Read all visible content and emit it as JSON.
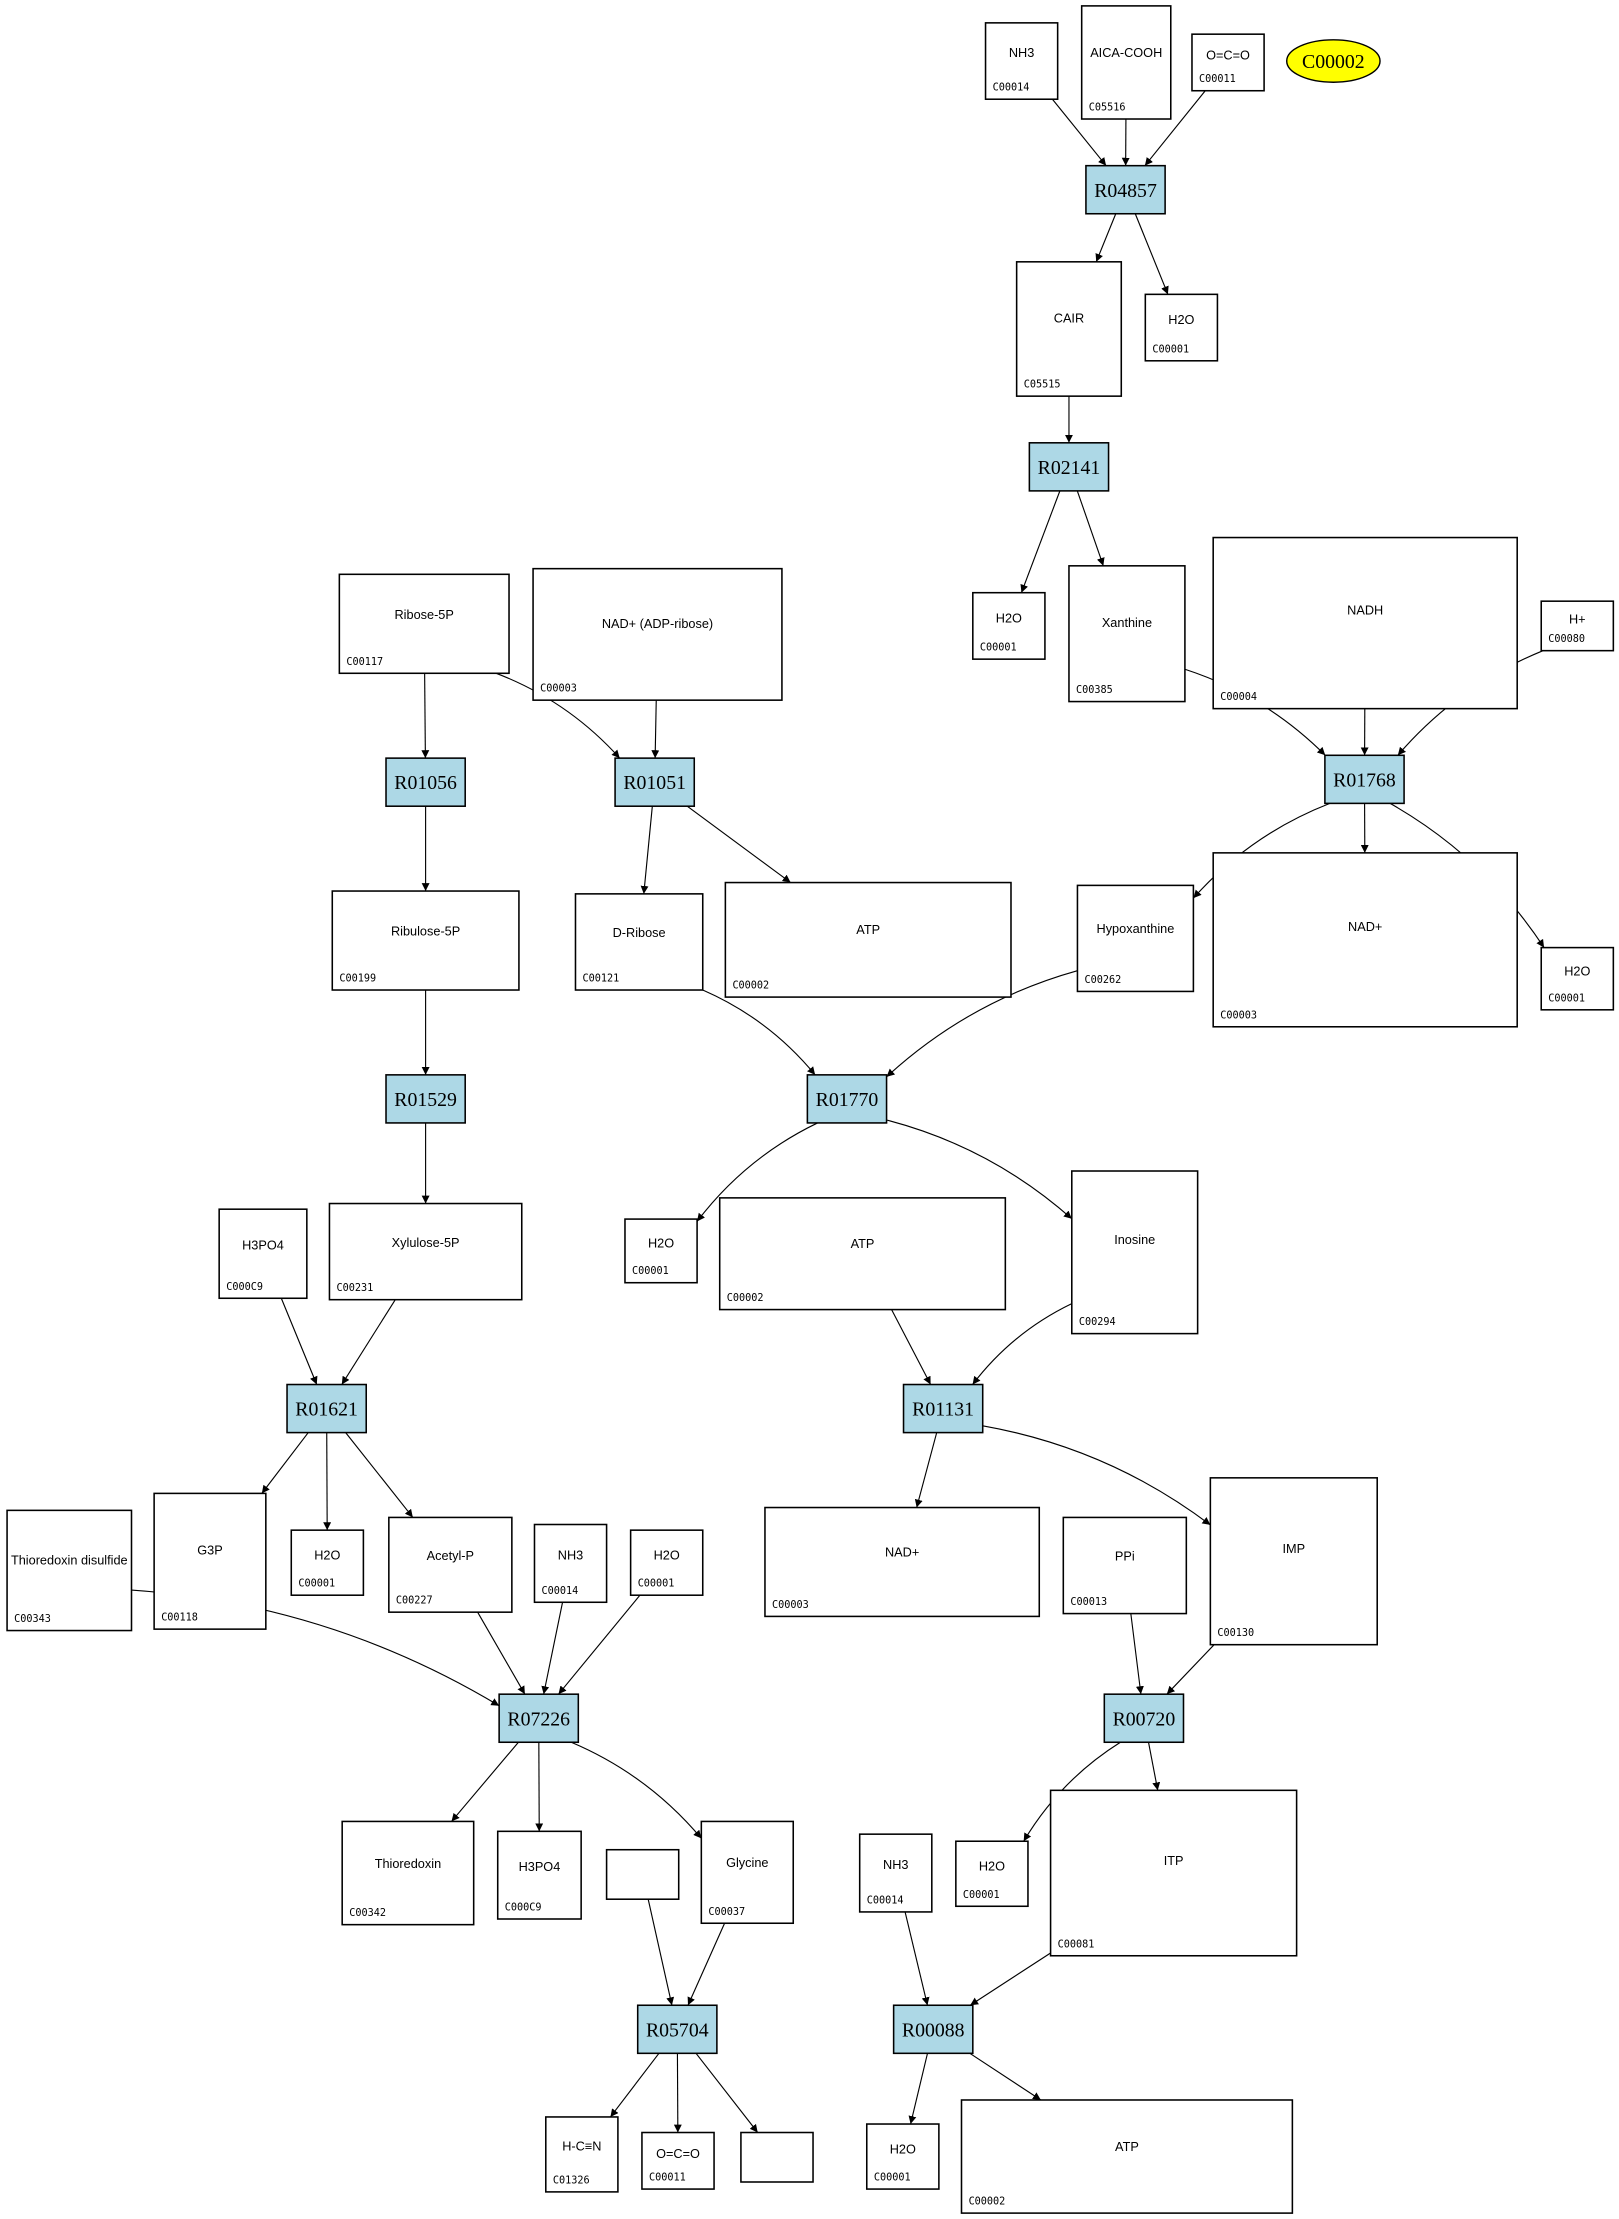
{
  "diagram": {
    "title": "Pathway reaction graph",
    "highlight": {
      "id": "C00002",
      "color": "#ffff00"
    },
    "reaction_color": "#add8e6",
    "reactions": [
      {
        "key": "r1",
        "id": "R04857"
      },
      {
        "key": "r2",
        "id": "R02141"
      },
      {
        "key": "r3",
        "id": "R01768"
      },
      {
        "key": "r4",
        "id": "R01056"
      },
      {
        "key": "r5",
        "id": "R01051"
      },
      {
        "key": "r6",
        "id": "R01770"
      },
      {
        "key": "r7",
        "id": "R01529"
      },
      {
        "key": "r8",
        "id": "R01131"
      },
      {
        "key": "r9",
        "id": "R01621"
      },
      {
        "key": "r10",
        "id": "R07226"
      },
      {
        "key": "r11",
        "id": "R00720"
      },
      {
        "key": "r12",
        "id": "R05704"
      },
      {
        "key": "r13",
        "id": "R00088"
      }
    ],
    "compounds": [
      {
        "key": "c1",
        "id": "C00014",
        "formula": "NH3"
      },
      {
        "key": "c2",
        "id": "C05516",
        "formula": "AICA-COOH"
      },
      {
        "key": "c3",
        "id": "C00011",
        "formula": "O=C=O"
      },
      {
        "key": "c4",
        "id": "C05515",
        "formula": "CAIR"
      },
      {
        "key": "c5",
        "id": "C00001",
        "formula": "H2O"
      },
      {
        "key": "c6",
        "id": "C00001",
        "formula": "H2O"
      },
      {
        "key": "c7",
        "id": "C00385",
        "formula": "Xanthine"
      },
      {
        "key": "c8",
        "id": "C00004",
        "formula": "NADH"
      },
      {
        "key": "c9",
        "id": "C00080",
        "formula": "H+"
      },
      {
        "key": "c10",
        "id": "C00117",
        "formula": "Ribose-5P"
      },
      {
        "key": "c11",
        "id": "C00003",
        "formula": "NAD+ (ADP-ribose)"
      },
      {
        "key": "c12",
        "id": "C00199",
        "formula": "Ribulose-5P"
      },
      {
        "key": "c13",
        "id": "C00121",
        "formula": "D-Ribose"
      },
      {
        "key": "c14",
        "id": "C00002",
        "formula": "ATP"
      },
      {
        "key": "c15",
        "id": "C00262",
        "formula": "Hypoxanthine"
      },
      {
        "key": "c16",
        "id": "C00003",
        "formula": "NAD+"
      },
      {
        "key": "c17",
        "id": "C00001",
        "formula": "H2O"
      },
      {
        "key": "c18",
        "id": "C00001",
        "formula": "H2O"
      },
      {
        "key": "c19",
        "id": "C00002",
        "formula": "ATP"
      },
      {
        "key": "c20",
        "id": "C00294",
        "formula": "Inosine"
      },
      {
        "key": "c21",
        "id": "C000C9",
        "formula": "H3PO4"
      },
      {
        "key": "c22",
        "id": "C00231",
        "formula": "Xylulose-5P"
      },
      {
        "key": "c23",
        "id": "C00343",
        "formula": "Thioredoxin disulfide"
      },
      {
        "key": "c24",
        "id": "C00118",
        "formula": "G3P"
      },
      {
        "key": "c25",
        "id": "C00001",
        "formula": "H2O"
      },
      {
        "key": "c26",
        "id": "C00227",
        "formula": "Acetyl-P"
      },
      {
        "key": "c27",
        "id": "C00014",
        "formula": "NH3"
      },
      {
        "key": "c28",
        "id": "C00001",
        "formula": "H2O"
      },
      {
        "key": "c29",
        "id": "C00003",
        "formula": "NAD+"
      },
      {
        "key": "c30",
        "id": "C00013",
        "formula": "PPi"
      },
      {
        "key": "c31",
        "id": "C00130",
        "formula": "IMP"
      },
      {
        "key": "c32",
        "id": "C00342",
        "formula": "Thioredoxin"
      },
      {
        "key": "c33",
        "id": "C000C9",
        "formula": "H3PO4"
      },
      {
        "key": "c34",
        "id": "",
        "formula": ""
      },
      {
        "key": "c35",
        "id": "C00037",
        "formula": "Glycine"
      },
      {
        "key": "c36",
        "id": "C00014",
        "formula": "NH3"
      },
      {
        "key": "c37",
        "id": "C00001",
        "formula": "H2O"
      },
      {
        "key": "c38",
        "id": "C00081",
        "formula": "ITP"
      },
      {
        "key": "c39",
        "id": "C01326",
        "formula": "H-C≡N"
      },
      {
        "key": "c40",
        "id": "C00011",
        "formula": "O=C=O"
      },
      {
        "key": "c41",
        "id": "",
        "formula": ""
      },
      {
        "key": "c42",
        "id": "C00001",
        "formula": "H2O"
      },
      {
        "key": "c43",
        "id": "C00002",
        "formula": "ATP"
      }
    ]
  }
}
